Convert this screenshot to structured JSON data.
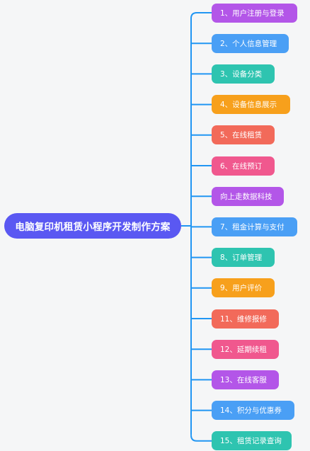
{
  "root": {
    "label": "电脑复印机租赁小程序开发制作方案",
    "color": "#5a58f2"
  },
  "branch_color": "#2196f3",
  "children": [
    {
      "label": "1、用户注册与登录",
      "color": "#b356e8"
    },
    {
      "label": "2、个人信息管理",
      "color": "#4a9ff5"
    },
    {
      "label": "3、设备分类",
      "color": "#2ec4b0"
    },
    {
      "label": "4、设备信息展示",
      "color": "#f7a01c"
    },
    {
      "label": "5、在线租赁",
      "color": "#f26a5a"
    },
    {
      "label": "6、在线预订",
      "color": "#f0588e"
    },
    {
      "label": "向上走数据科技",
      "color": "#b356e8"
    },
    {
      "label": "7、租金计算与支付",
      "color": "#4a9ff5"
    },
    {
      "label": "8、订单管理",
      "color": "#2ec4b0"
    },
    {
      "label": "9、用户评价",
      "color": "#f7a01c"
    },
    {
      "label": "11、维修报修",
      "color": "#f26a5a"
    },
    {
      "label": "12、延期续租",
      "color": "#f0588e"
    },
    {
      "label": "13、在线客服",
      "color": "#b356e8"
    },
    {
      "label": "14、积分与优惠券",
      "color": "#4a9ff5"
    },
    {
      "label": "15、租赁记录查询",
      "color": "#2ec4b0"
    }
  ]
}
